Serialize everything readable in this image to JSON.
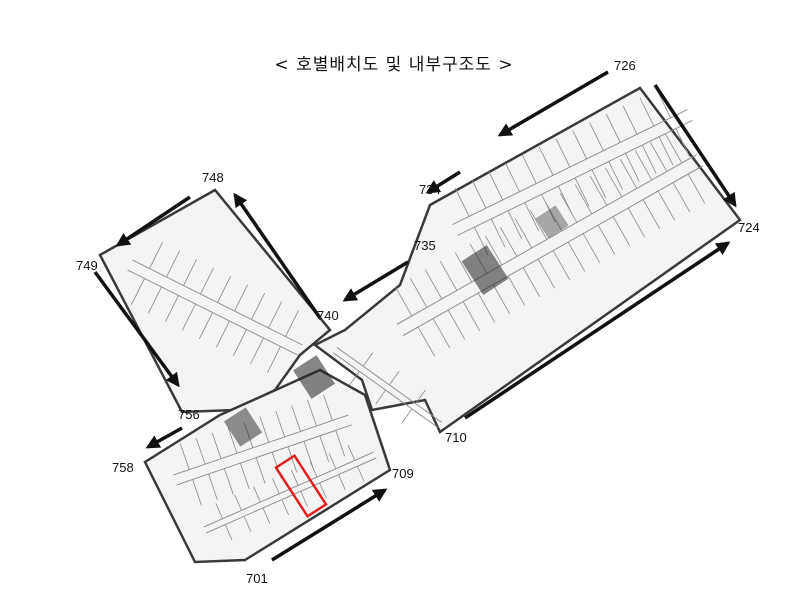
{
  "title": "< 호별배치도 및 내부구조도 >",
  "labels": {
    "r726": "726",
    "r724": "724",
    "r734": "734",
    "r735": "735",
    "r740": "740",
    "r748": "748",
    "r749": "749",
    "r756": "756",
    "r758": "758",
    "r709": "709",
    "r710": "710",
    "r701": "701"
  },
  "colors": {
    "wall": "#3a3a3a",
    "partition": "#8a8a8a",
    "floor": "#f4f4f4",
    "arrow": "#111111",
    "highlight": "#e02020"
  },
  "icons": {
    "arrow": "arrow-icon",
    "stair": "stair-icon"
  }
}
